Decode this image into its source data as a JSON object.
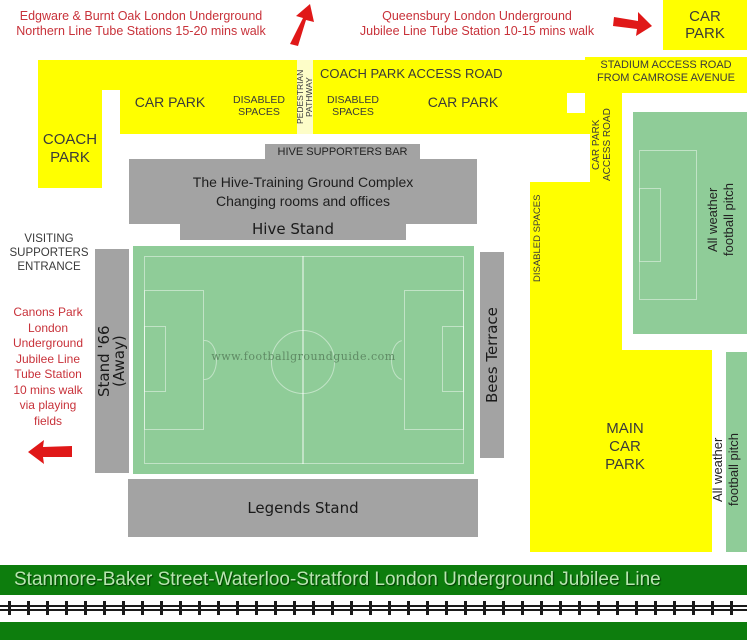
{
  "colors": {
    "car_park_yellow": "#ffff00",
    "stand_grey": "#a3a3a3",
    "pitch_green": "#8fcc98",
    "direction_red": "#c8323a",
    "rail_band_green": "#0d7d0d"
  },
  "directions": {
    "north": {
      "line1": "Edgware & Burnt Oak   London Underground",
      "line2": "Northern Line Tube Stations 15-20 mins walk",
      "arrow_icon": "arrow-up-right-icon"
    },
    "east": {
      "line1": "Queensbury   London Underground",
      "line2": "Jubilee Line Tube Station 10-15 mins walk",
      "arrow_icon": "arrow-right-icon"
    },
    "west": {
      "lines": [
        "Canons Park",
        "London",
        "Underground",
        "Jubilee Line",
        "Tube Station",
        "10 mins walk",
        "via playing",
        "fields"
      ],
      "arrow_icon": "arrow-left-icon"
    }
  },
  "areas": {
    "top_right_car_park": [
      "CAR",
      "PARK"
    ],
    "coach_park": [
      "COACH",
      "PARK"
    ],
    "car_park_left": "CAR PARK",
    "disabled_left": [
      "DISABLED",
      "SPACES"
    ],
    "pedestrian_pathway": [
      "PEDESTRIAN",
      "PATHWAY"
    ],
    "disabled_right": [
      "DISABLED",
      "SPACES"
    ],
    "car_park_right": "CAR PARK",
    "coach_access_road": "COACH PARK ACCESS ROAD",
    "stadium_access_road": [
      "STADIUM ACCESS ROAD",
      "FROM CAMROSE AVENUE"
    ],
    "car_park_access_road": [
      "CAR PARK",
      "ACCESS ROAD"
    ],
    "disabled_vertical": "DISABLED SPACES",
    "main_car_park": [
      "MAIN",
      "CAR",
      "PARK"
    ],
    "all_weather_1": [
      "All weather",
      "football pitch"
    ],
    "all_weather_2": [
      "All weather",
      "football pitch"
    ],
    "visiting_entrance": [
      "VISITING",
      "SUPPORTERS",
      "ENTRANCE"
    ]
  },
  "buildings": {
    "supporters_bar": "HIVE SUPPORTERS BAR",
    "complex_line1": "The Hive-Training Ground Complex",
    "complex_line2": "Changing rooms and offices"
  },
  "stands": {
    "north": "Hive Stand",
    "south": "Legends Stand",
    "west_line1": "Stand '66",
    "west_line2": "(Away)",
    "east": "Bees Terrace"
  },
  "pitch": {
    "watermark": "www.footballgroundguide.com"
  },
  "railway": {
    "label": "Stanmore-Baker Street-Waterloo-Stratford  London Underground Jubilee Line"
  }
}
